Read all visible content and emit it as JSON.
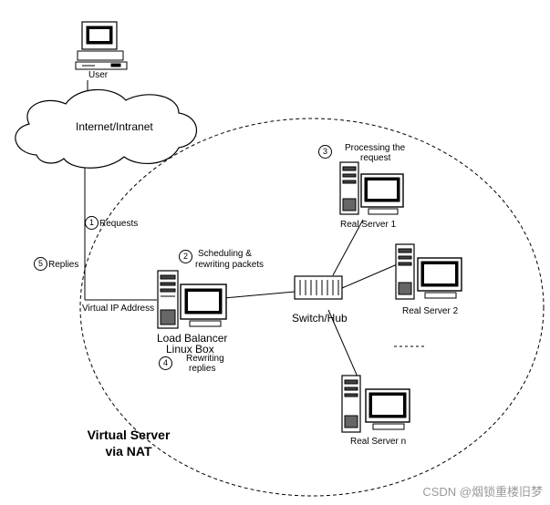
{
  "diagram": {
    "title_line1": "Virtual Server",
    "title_line2": "via NAT",
    "user_label": "User",
    "cloud_label": "Internet/Intranet",
    "requests": {
      "num": "1",
      "label": "Requests"
    },
    "replies": {
      "num": "5",
      "label": "Replies"
    },
    "scheduling": {
      "num": "2",
      "line1": "Scheduling &",
      "line2": "rewriting packets"
    },
    "processing": {
      "num": "3",
      "line1": "Processing the",
      "line2": "request"
    },
    "rewriting": {
      "num": "4",
      "line1": "Rewriting",
      "line2": "replies"
    },
    "vip_label": "Virtual IP Address",
    "lb_line1": "Load Balancer",
    "lb_line2": "Linux Box",
    "hub_label": "Switch/Hub",
    "server1_label": "Real Server 1",
    "server2_label": "Real Server 2",
    "servern_label": "Real Server n"
  },
  "watermark": "CSDN @烟锁重楼旧梦"
}
